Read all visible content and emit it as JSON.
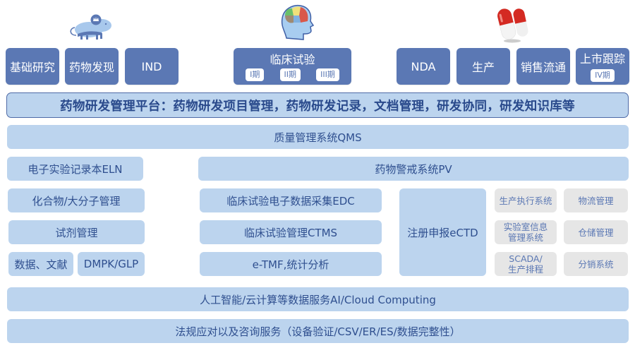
{
  "icons": {
    "research": "mouse-icon",
    "clinical": "brain-head-icon",
    "market": "capsule-icon"
  },
  "colors": {
    "stage_fill": "#5b78b4",
    "module_fill": "#bcd4ee",
    "module_text": "#2f4f8f",
    "gray_fill": "#e6e6e6",
    "platform_border": "#4e6aa6"
  },
  "stages": {
    "basic_research": "基础研究",
    "drug_discovery": "药物发现",
    "ind": "IND",
    "clinical": {
      "label": "临床试验",
      "phases": [
        "I期",
        "II期",
        "III期"
      ]
    },
    "nda": "NDA",
    "production": "生产",
    "sales": "销售流通",
    "post_market": {
      "label": "上市跟踪",
      "phase": "IV期"
    }
  },
  "platform": "药物研发管理平台：药物研发项目管理，药物研发记录，文档管理，研发协同，研发知识库等",
  "qms": "质量管理系统QMS",
  "left_modules": {
    "eln": "电子实验记录本ELN",
    "compound": "化合物/大分子管理",
    "reagent": "试剂管理",
    "data_literature": "数据、文献",
    "dmpk": "DMPK/GLP"
  },
  "pv": "药物警戒系统PV",
  "clinical_modules": {
    "edc": "临床试验电子数据采集EDC",
    "ctms": "临床试验管理CTMS",
    "etmf": "e-TMF,统计分析"
  },
  "ectd": "注册申报eCTD",
  "operations": {
    "mes": "生产执行系统",
    "logistics": "物流管理",
    "lims": [
      "实验室信息",
      "管理系统"
    ],
    "warehouse": "仓储管理",
    "scada": [
      "SCADA/",
      "生产排程"
    ],
    "distribution": "分销系统"
  },
  "ai_layer": "人工智能/云计算等数据服务AI/Cloud Computing",
  "compliance_layer": "法规应对以及咨询服务（设备验证/CSV/ER/ES/数据完整性）"
}
